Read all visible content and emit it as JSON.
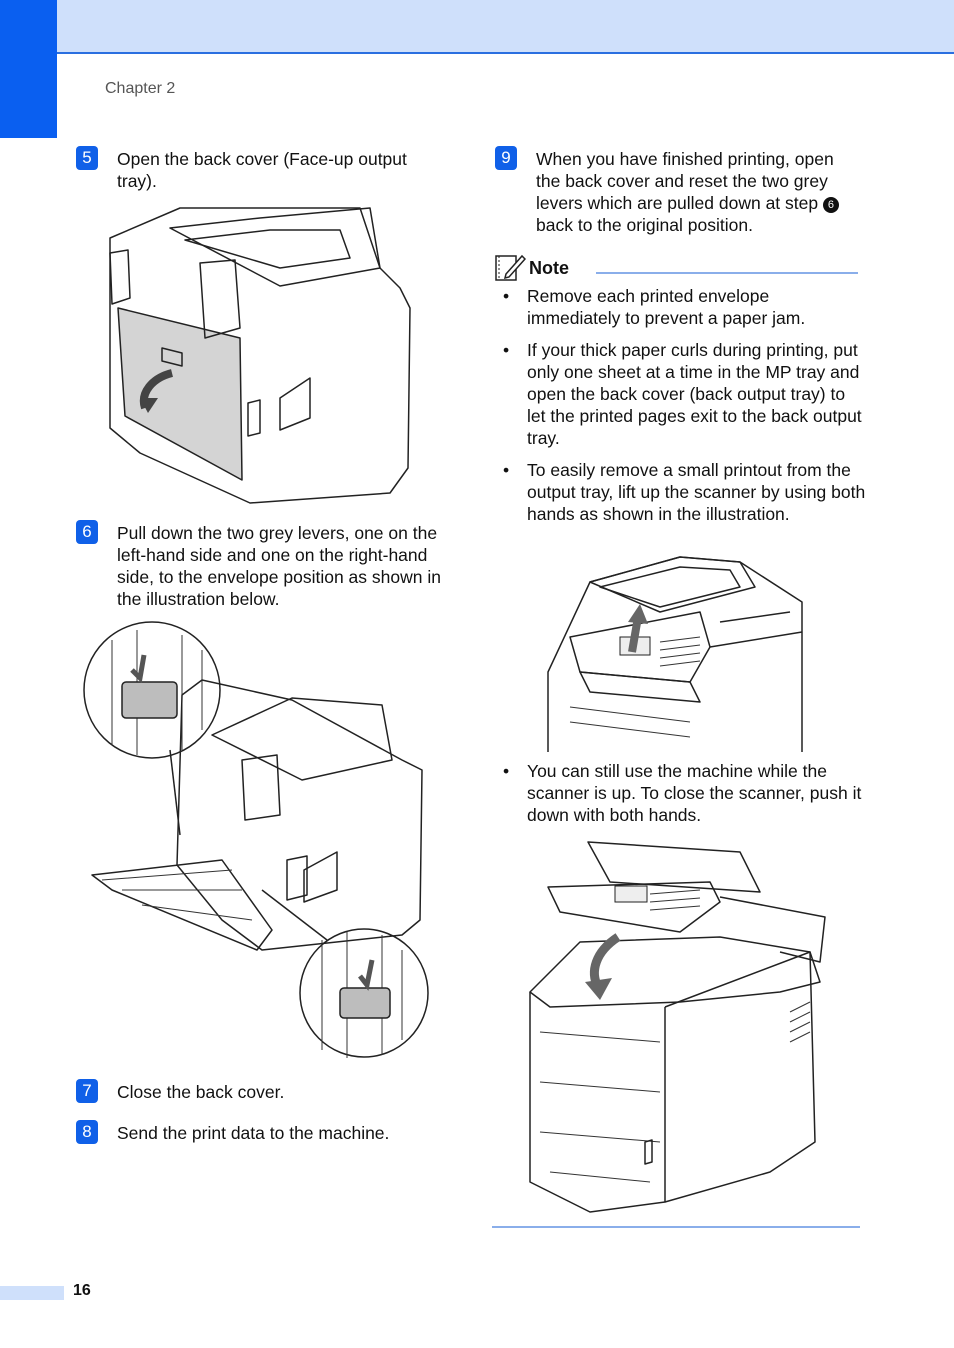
{
  "header": {
    "chapter": "Chapter 2"
  },
  "steps": [
    {
      "num": "5",
      "text": "Open the back cover (Face-up output tray)."
    },
    {
      "num": "6",
      "text": "Pull down the two grey levers, one on the left-hand side and one on the right-hand side, to the envelope position as shown in the illustration below."
    },
    {
      "num": "7",
      "text": "Close the back cover."
    },
    {
      "num": "8",
      "text": "Send the print data to the machine."
    },
    {
      "num": "9",
      "text": "When you have finished printing, open the back cover and reset the two grey levers which are pulled down at step",
      "ref": "6",
      "text_after": "back to the original position."
    }
  ],
  "note": {
    "title": "Note",
    "items": [
      "Remove each printed envelope immediately to prevent a paper jam.",
      "If your thick paper curls during printing, put only one sheet at a time in the MP tray and open the back cover (back output tray) to let the printed pages exit to the back output tray.",
      "To easily remove a small printout from the output tray, lift up the scanner by using both hands as shown in the illustration.",
      "You can still use the machine while the scanner is up. To close the scanner, push it down with both hands."
    ]
  },
  "footer": {
    "page": "16"
  },
  "colors": {
    "accent": "#0a5ff0",
    "band": "#cfe0fb",
    "rule": "#8aaeea"
  }
}
